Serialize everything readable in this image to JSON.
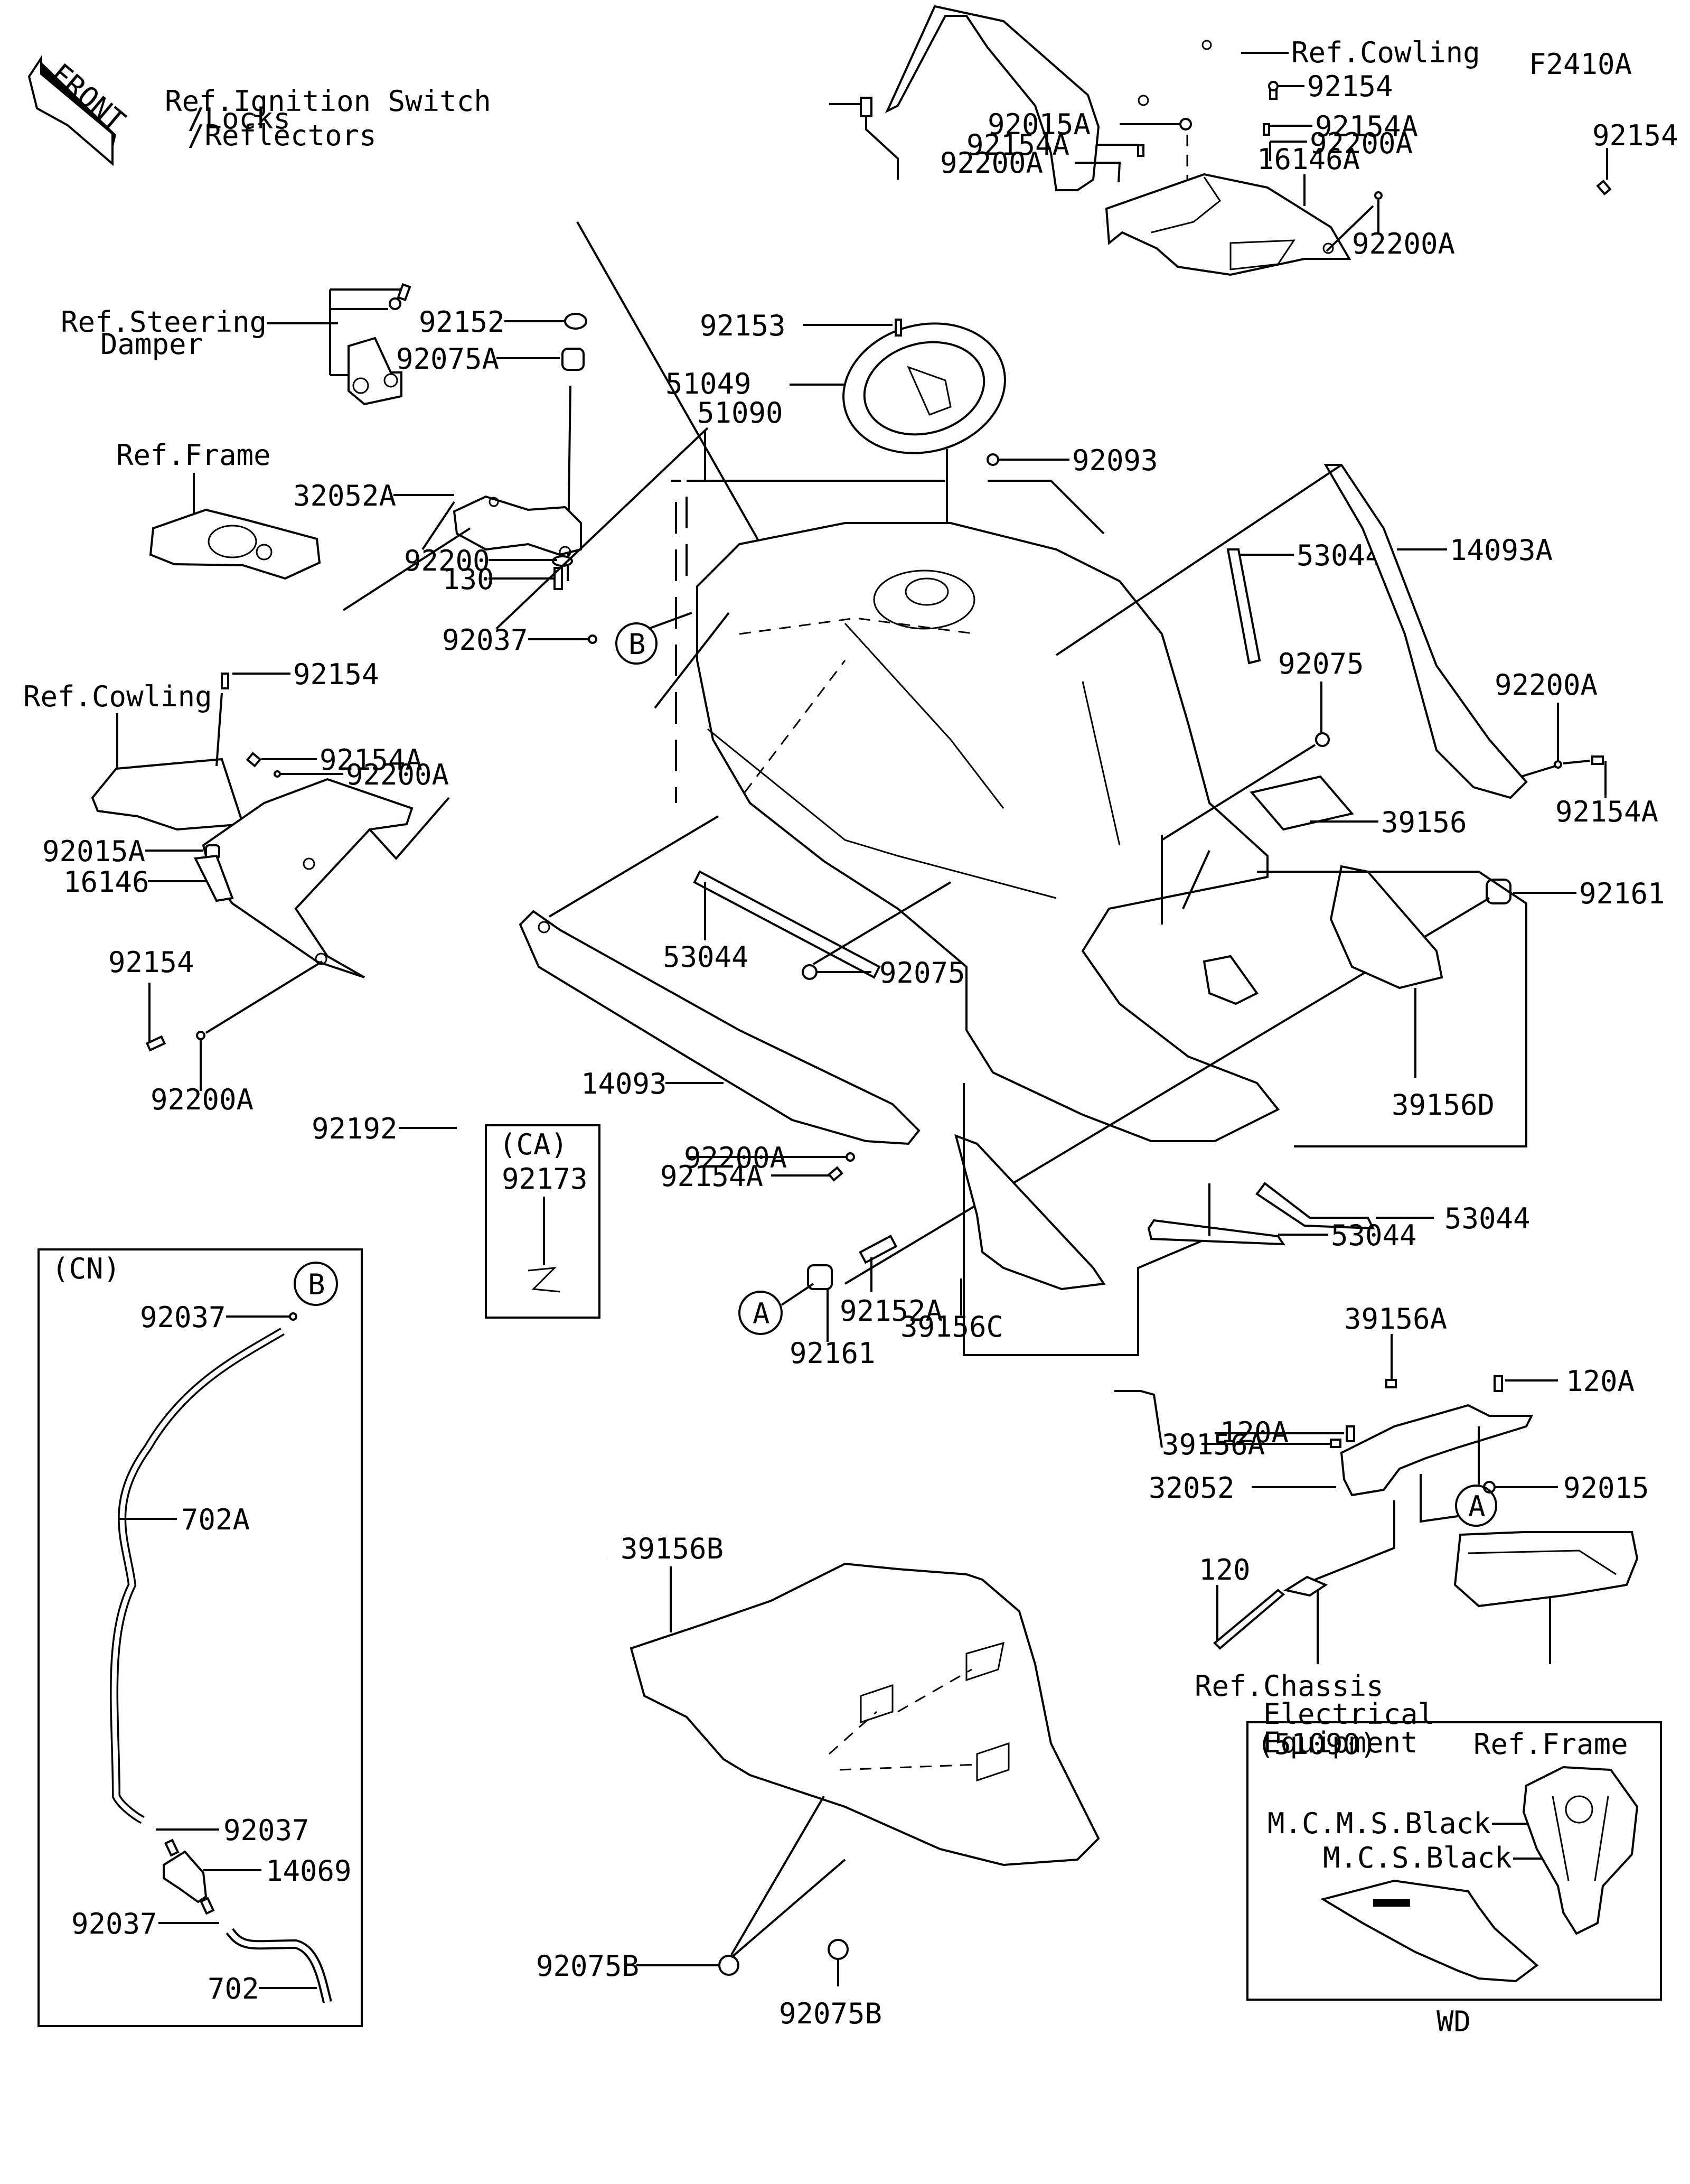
{
  "diagram": {
    "figure_code": "F2410A",
    "front_arrow_label": "FRONT",
    "references": {
      "ignition_switch": [
        "Ref.Ignition Switch",
        "/Locks",
        "/Reflectors"
      ],
      "steering_damper": [
        "Ref.Steering",
        "Damper"
      ],
      "frame_top": "Ref.Frame",
      "cowling_top": "Ref.Cowling",
      "cowling_left": "Ref.Cowling",
      "chassis_electrical": [
        "Ref.Chassis",
        "Electrical",
        "Equipment"
      ],
      "frame_bottom": "Ref.Frame"
    },
    "callouts": {
      "circle_a": "A",
      "circle_b": "B"
    },
    "parts": [
      "92154",
      "92015A",
      "92154A",
      "92200A",
      "92154",
      "16146A",
      "92200A",
      "92153",
      "51049",
      "51090",
      "92093",
      "92154A",
      "92200A",
      "92152",
      "92075A",
      "32052A",
      "92200",
      "130",
      "53044",
      "14093A",
      "92075",
      "92200A",
      "92154A",
      "39156",
      "92161",
      "39156D",
      "92154",
      "92154A",
      "92200A",
      "92037",
      "92015A",
      "16146",
      "92154",
      "92200A",
      "53044",
      "92075",
      "14093",
      "92192",
      "92200A",
      "92154A",
      "53044",
      "53044",
      "92152A",
      "92161",
      "39156C",
      "39156A",
      "120A",
      "120A",
      "39156A",
      "32052",
      "92015",
      "120",
      "39156B",
      "92075B",
      "92075B"
    ],
    "labels": {
      "p_92154_top": "92154",
      "p_92015A_top": "92015A",
      "p_92154A_top_r": "92154A",
      "p_92154A_top_l": "92154A",
      "p_92200A_top_r": "92200A",
      "p_92200A_top_l": "92200A",
      "p_92154_right": "92154",
      "p_16146A": "16146A",
      "p_92200A_right": "92200A",
      "p_92153": "92153",
      "p_51049": "51049",
      "p_51090": "51090",
      "p_92093": "92093",
      "p_92152": "92152",
      "p_92075A": "92075A",
      "p_32052A": "32052A",
      "p_92200": "92200",
      "p_130": "130",
      "p_53044_a": "53044",
      "p_14093A": "14093A",
      "p_92075_a": "92075",
      "p_92200A_r2": "92200A",
      "p_92154A_r2": "92154A",
      "p_39156": "39156",
      "p_92161_a": "92161",
      "p_39156D": "39156D",
      "p_92154_left": "92154",
      "p_92154A_left": "92154A",
      "p_92200A_left": "92200A",
      "p_92037": "92037",
      "p_92015A_left": "92015A",
      "p_16146": "16146",
      "p_92154_lb": "92154",
      "p_92200A_lb": "92200A",
      "p_53044_b": "53044",
      "p_92075_b": "92075",
      "p_14093": "14093",
      "p_92192": "92192",
      "p_92200A_c": "92200A",
      "p_92154A_c": "92154A",
      "p_53044_c": "53044",
      "p_53044_d": "53044",
      "p_92152A": "92152A",
      "p_92161_b": "92161",
      "p_39156C": "39156C",
      "p_39156A_a": "39156A",
      "p_120A_a": "120A",
      "p_120A_b": "120A",
      "p_39156A_b": "39156A",
      "p_32052": "32052",
      "p_92015": "92015",
      "p_120": "120",
      "p_39156B": "39156B",
      "p_92075B_a": "92075B",
      "p_92075B_b": "92075B"
    },
    "ca_box": {
      "title": "(CA)",
      "part": "92173"
    },
    "cn_box": {
      "title": "(CN)",
      "circle": "B",
      "parts": {
        "p_92037_a": "92037",
        "p_702A": "702A",
        "p_92037_b": "92037",
        "p_14069": "14069",
        "p_92037_c": "92037",
        "p_702": "702"
      }
    },
    "variant_box": {
      "title": "(51090)",
      "variants": [
        "M.C.M.S.Black",
        "M.C.S.Black"
      ],
      "footer": "WD"
    }
  }
}
